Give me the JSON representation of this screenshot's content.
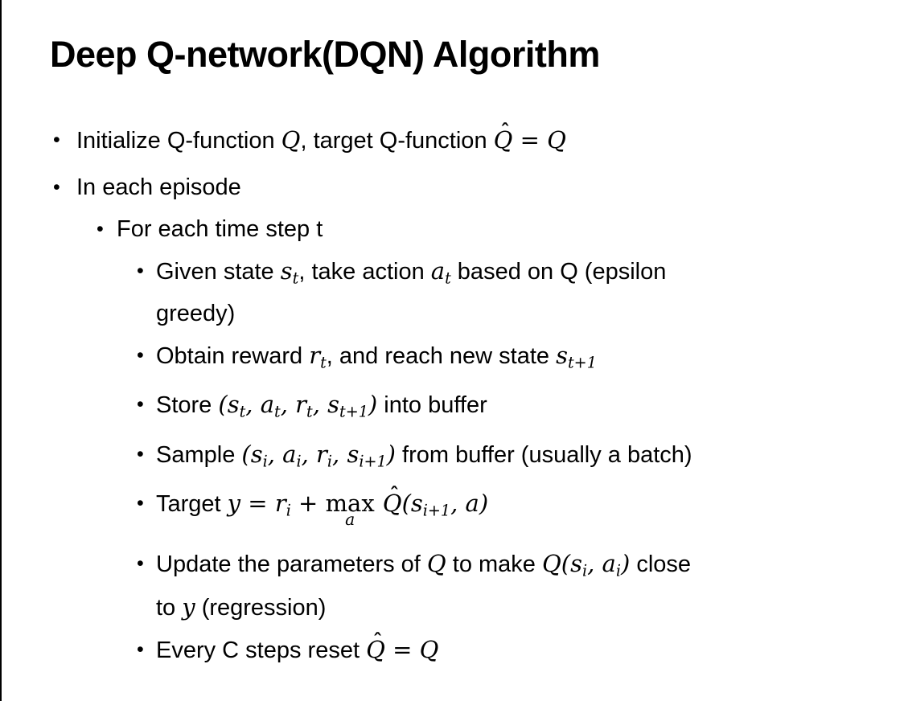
{
  "slide": {
    "title": "Deep Q-network(DQN) Algorithm",
    "colors": {
      "background": "#ffffff",
      "text": "#000000",
      "left_edge_line": "#000000"
    },
    "bullets": [
      {
        "level": 1,
        "segments": [
          {
            "t": "Initialize Q-function "
          },
          {
            "t": "Q",
            "s": "m"
          },
          {
            "t": ", target Q-function "
          },
          {
            "t": "Q",
            "s": "mhat"
          },
          {
            "t": " = ",
            "s": "m"
          },
          {
            "t": "Q",
            "s": "m"
          }
        ]
      },
      {
        "level": 1,
        "segments": [
          {
            "t": "In each episode"
          }
        ]
      },
      {
        "level": 2,
        "segments": [
          {
            "t": "For each time step t"
          }
        ]
      },
      {
        "level": 3,
        "segments": [
          {
            "t": "Given state "
          },
          {
            "t": "s",
            "s": "m"
          },
          {
            "t": "t",
            "s": "msub"
          },
          {
            "t": ", take action "
          },
          {
            "t": "a",
            "s": "m"
          },
          {
            "t": "t",
            "s": "msub"
          },
          {
            "t": " based on Q (epsilon"
          },
          {
            "s": "br"
          },
          {
            "t": "greedy)"
          }
        ]
      },
      {
        "level": 3,
        "segments": [
          {
            "t": "Obtain reward "
          },
          {
            "t": "r",
            "s": "m"
          },
          {
            "t": "t",
            "s": "msub"
          },
          {
            "t": ", and reach new state "
          },
          {
            "t": "s",
            "s": "m"
          },
          {
            "t": "t+1",
            "s": "msub"
          }
        ]
      },
      {
        "level": 3,
        "segments": [
          {
            "t": "Store "
          },
          {
            "t": "(",
            "s": "m"
          },
          {
            "t": "s",
            "s": "m"
          },
          {
            "t": "t",
            "s": "msub"
          },
          {
            "t": ", ",
            "s": "m"
          },
          {
            "t": "a",
            "s": "m"
          },
          {
            "t": "t",
            "s": "msub"
          },
          {
            "t": ", ",
            "s": "m"
          },
          {
            "t": "r",
            "s": "m"
          },
          {
            "t": "t",
            "s": "msub"
          },
          {
            "t": ", ",
            "s": "m"
          },
          {
            "t": "s",
            "s": "m"
          },
          {
            "t": "t+1",
            "s": "msub"
          },
          {
            "t": ")",
            "s": "m"
          },
          {
            "t": " into buffer"
          }
        ]
      },
      {
        "level": 3,
        "segments": [
          {
            "t": "Sample "
          },
          {
            "t": "(",
            "s": "m"
          },
          {
            "t": "s",
            "s": "m"
          },
          {
            "t": "i",
            "s": "msub"
          },
          {
            "t": ", ",
            "s": "m"
          },
          {
            "t": "a",
            "s": "m"
          },
          {
            "t": "i",
            "s": "msub"
          },
          {
            "t": ", ",
            "s": "m"
          },
          {
            "t": "r",
            "s": "m"
          },
          {
            "t": "i",
            "s": "msub"
          },
          {
            "t": ", ",
            "s": "m"
          },
          {
            "t": "s",
            "s": "m"
          },
          {
            "t": "i+1",
            "s": "msub"
          },
          {
            "t": ")",
            "s": "m"
          },
          {
            "t": " from buffer (usually a batch)"
          }
        ]
      },
      {
        "level": 3,
        "segments": [
          {
            "t": "Target "
          },
          {
            "t": "y",
            "s": "m"
          },
          {
            "t": " = ",
            "s": "m"
          },
          {
            "t": "r",
            "s": "m"
          },
          {
            "t": "i",
            "s": "msub"
          },
          {
            "t": " + ",
            "s": "m"
          },
          {
            "t": "max",
            "s": "underop",
            "u": "a"
          },
          {
            "t": " "
          },
          {
            "t": "Q",
            "s": "mhat"
          },
          {
            "t": "(",
            "s": "m"
          },
          {
            "t": "s",
            "s": "m"
          },
          {
            "t": "i+1",
            "s": "msub"
          },
          {
            "t": ", ",
            "s": "m"
          },
          {
            "t": "a",
            "s": "m"
          },
          {
            "t": ")",
            "s": "m"
          }
        ]
      },
      {
        "level": 3,
        "segments": [
          {
            "t": "Update the parameters of "
          },
          {
            "t": "Q",
            "s": "m"
          },
          {
            "t": " to make "
          },
          {
            "t": "Q",
            "s": "m"
          },
          {
            "t": "(",
            "s": "m"
          },
          {
            "t": "s",
            "s": "m"
          },
          {
            "t": "i",
            "s": "msub"
          },
          {
            "t": ", ",
            "s": "m"
          },
          {
            "t": "a",
            "s": "m"
          },
          {
            "t": "i",
            "s": "msub"
          },
          {
            "t": ")",
            "s": "m"
          },
          {
            "t": " close"
          },
          {
            "s": "br"
          },
          {
            "t": "to "
          },
          {
            "t": "y",
            "s": "m"
          },
          {
            "t": " (regression)"
          }
        ]
      },
      {
        "level": 3,
        "segments": [
          {
            "t": "Every C steps reset "
          },
          {
            "t": "Q",
            "s": "mhat"
          },
          {
            "t": " = ",
            "s": "m"
          },
          {
            "t": "Q",
            "s": "m"
          }
        ]
      }
    ]
  }
}
